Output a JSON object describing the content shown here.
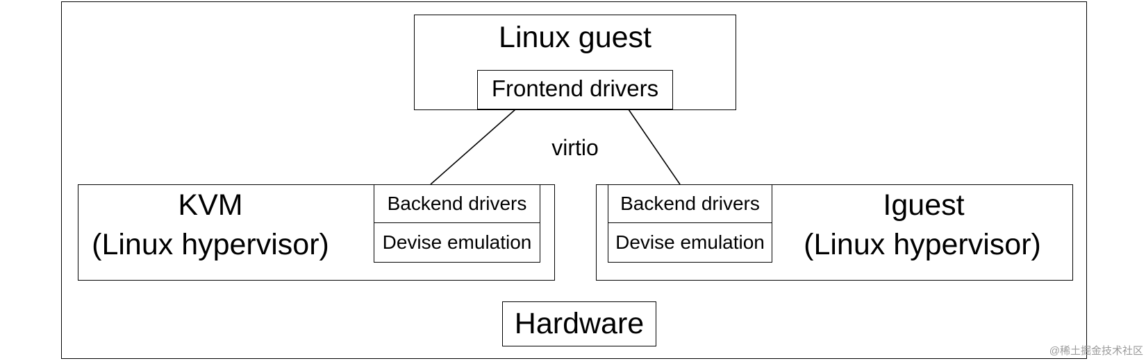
{
  "guest": {
    "title": "Linux guest",
    "frontend": "Frontend drivers"
  },
  "link_label": "virtio",
  "kvm": {
    "title_line1": "KVM",
    "title_line2": "(Linux hypervisor)",
    "backend": "Backend drivers",
    "emulation": "Devise emulation"
  },
  "iguest": {
    "title_line1": "Iguest",
    "title_line2": "(Linux hypervisor)",
    "backend": "Backend drivers",
    "emulation": "Devise emulation"
  },
  "hardware": "Hardware",
  "watermark": "@稀土掘金技术社区"
}
